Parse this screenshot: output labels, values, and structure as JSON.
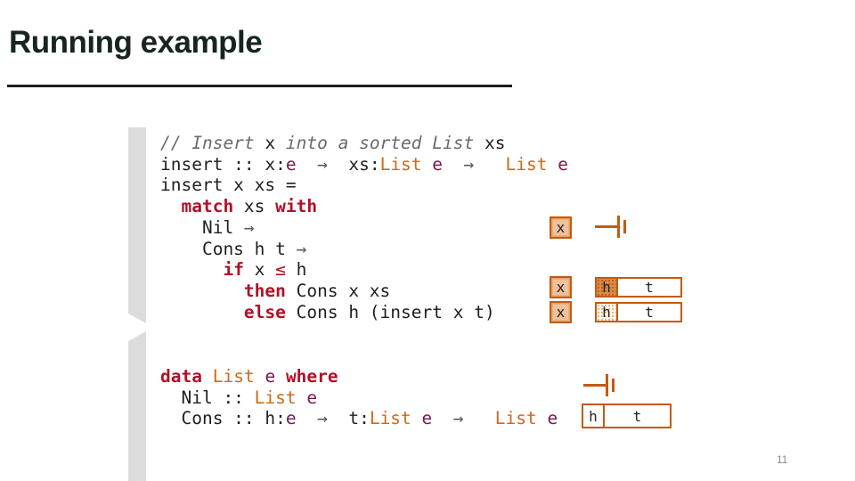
{
  "slide": {
    "title": "Running example",
    "page_number": "11"
  },
  "colors": {
    "keyword_red": "#b01226",
    "type_orange": "#ce6a18",
    "typevar_maroon": "#7a1650",
    "comment_gray": "#6a6a6a",
    "diagram_orange_border": "#c55a11",
    "diagram_tan_fill": "#efc09c",
    "accent_bar_gray": "#dcdcdc"
  },
  "code_block_1": {
    "lines": [
      [
        {
          "c": "cm",
          "t": "// Insert "
        },
        {
          "c": "pl",
          "t": "x"
        },
        {
          "c": "cm",
          "t": " into a sorted List "
        },
        {
          "c": "pl",
          "t": "xs"
        }
      ],
      [
        {
          "c": "pl",
          "t": "insert :: x:"
        },
        {
          "c": "tv",
          "t": "e"
        },
        {
          "c": "ar",
          "t": "  →  "
        },
        {
          "c": "pl",
          "t": "xs:"
        },
        {
          "c": "ty",
          "t": "List"
        },
        {
          "c": "pl",
          "t": " "
        },
        {
          "c": "tv",
          "t": "e"
        },
        {
          "c": "ar",
          "t": "  →  "
        },
        {
          "c": "pl",
          "t": " "
        },
        {
          "c": "ty",
          "t": "List"
        },
        {
          "c": "pl",
          "t": " "
        },
        {
          "c": "tv",
          "t": "e"
        }
      ],
      [
        {
          "c": "pl",
          "t": "insert x xs ="
        }
      ],
      [
        {
          "c": "pl",
          "t": "  "
        },
        {
          "c": "kw",
          "t": "match"
        },
        {
          "c": "pl",
          "t": " xs "
        },
        {
          "c": "kw",
          "t": "with"
        }
      ],
      [
        {
          "c": "pl",
          "t": "    Nil "
        },
        {
          "c": "ar",
          "t": "→"
        }
      ],
      [
        {
          "c": "pl",
          "t": "    Cons h t "
        },
        {
          "c": "ar",
          "t": "→"
        }
      ],
      [
        {
          "c": "pl",
          "t": "      "
        },
        {
          "c": "kw",
          "t": "if"
        },
        {
          "c": "pl",
          "t": " x "
        },
        {
          "c": "rel",
          "t": "≤"
        },
        {
          "c": "pl",
          "t": " h"
        }
      ],
      [
        {
          "c": "pl",
          "t": "        "
        },
        {
          "c": "kw",
          "t": "then"
        },
        {
          "c": "pl",
          "t": " Cons x xs"
        }
      ],
      [
        {
          "c": "pl",
          "t": "        "
        },
        {
          "c": "kw",
          "t": "else"
        },
        {
          "c": "pl",
          "t": " Cons h (insert x t)"
        }
      ]
    ]
  },
  "code_block_2": {
    "lines": [
      [
        {
          "c": "kw",
          "t": "data"
        },
        {
          "c": "pl",
          "t": " "
        },
        {
          "c": "ty",
          "t": "List"
        },
        {
          "c": "pl",
          "t": " "
        },
        {
          "c": "tv",
          "t": "e"
        },
        {
          "c": "pl",
          "t": " "
        },
        {
          "c": "kw",
          "t": "where"
        }
      ],
      [
        {
          "c": "pl",
          "t": "  Nil :: "
        },
        {
          "c": "ty",
          "t": "List"
        },
        {
          "c": "pl",
          "t": " "
        },
        {
          "c": "tv",
          "t": "e"
        }
      ],
      [
        {
          "c": "pl",
          "t": "  Cons :: h:"
        },
        {
          "c": "tv",
          "t": "e"
        },
        {
          "c": "ar",
          "t": "  →  "
        },
        {
          "c": "pl",
          "t": "t:"
        },
        {
          "c": "ty",
          "t": "List"
        },
        {
          "c": "pl",
          "t": " "
        },
        {
          "c": "tv",
          "t": "e"
        },
        {
          "c": "ar",
          "t": "  →  "
        },
        {
          "c": "pl",
          "t": " "
        },
        {
          "c": "ty",
          "t": "List"
        },
        {
          "c": "pl",
          "t": " "
        },
        {
          "c": "tv",
          "t": "e"
        }
      ]
    ]
  },
  "diagrams": {
    "nil_row": {
      "x_label": "x"
    },
    "then_row": {
      "x_label": "x",
      "h_label": "h",
      "t_label": "t"
    },
    "else_row": {
      "x_label": "x",
      "h_label": "h",
      "t_label": "t"
    },
    "data_row": {
      "h_label": "h",
      "t_label": "t"
    }
  }
}
